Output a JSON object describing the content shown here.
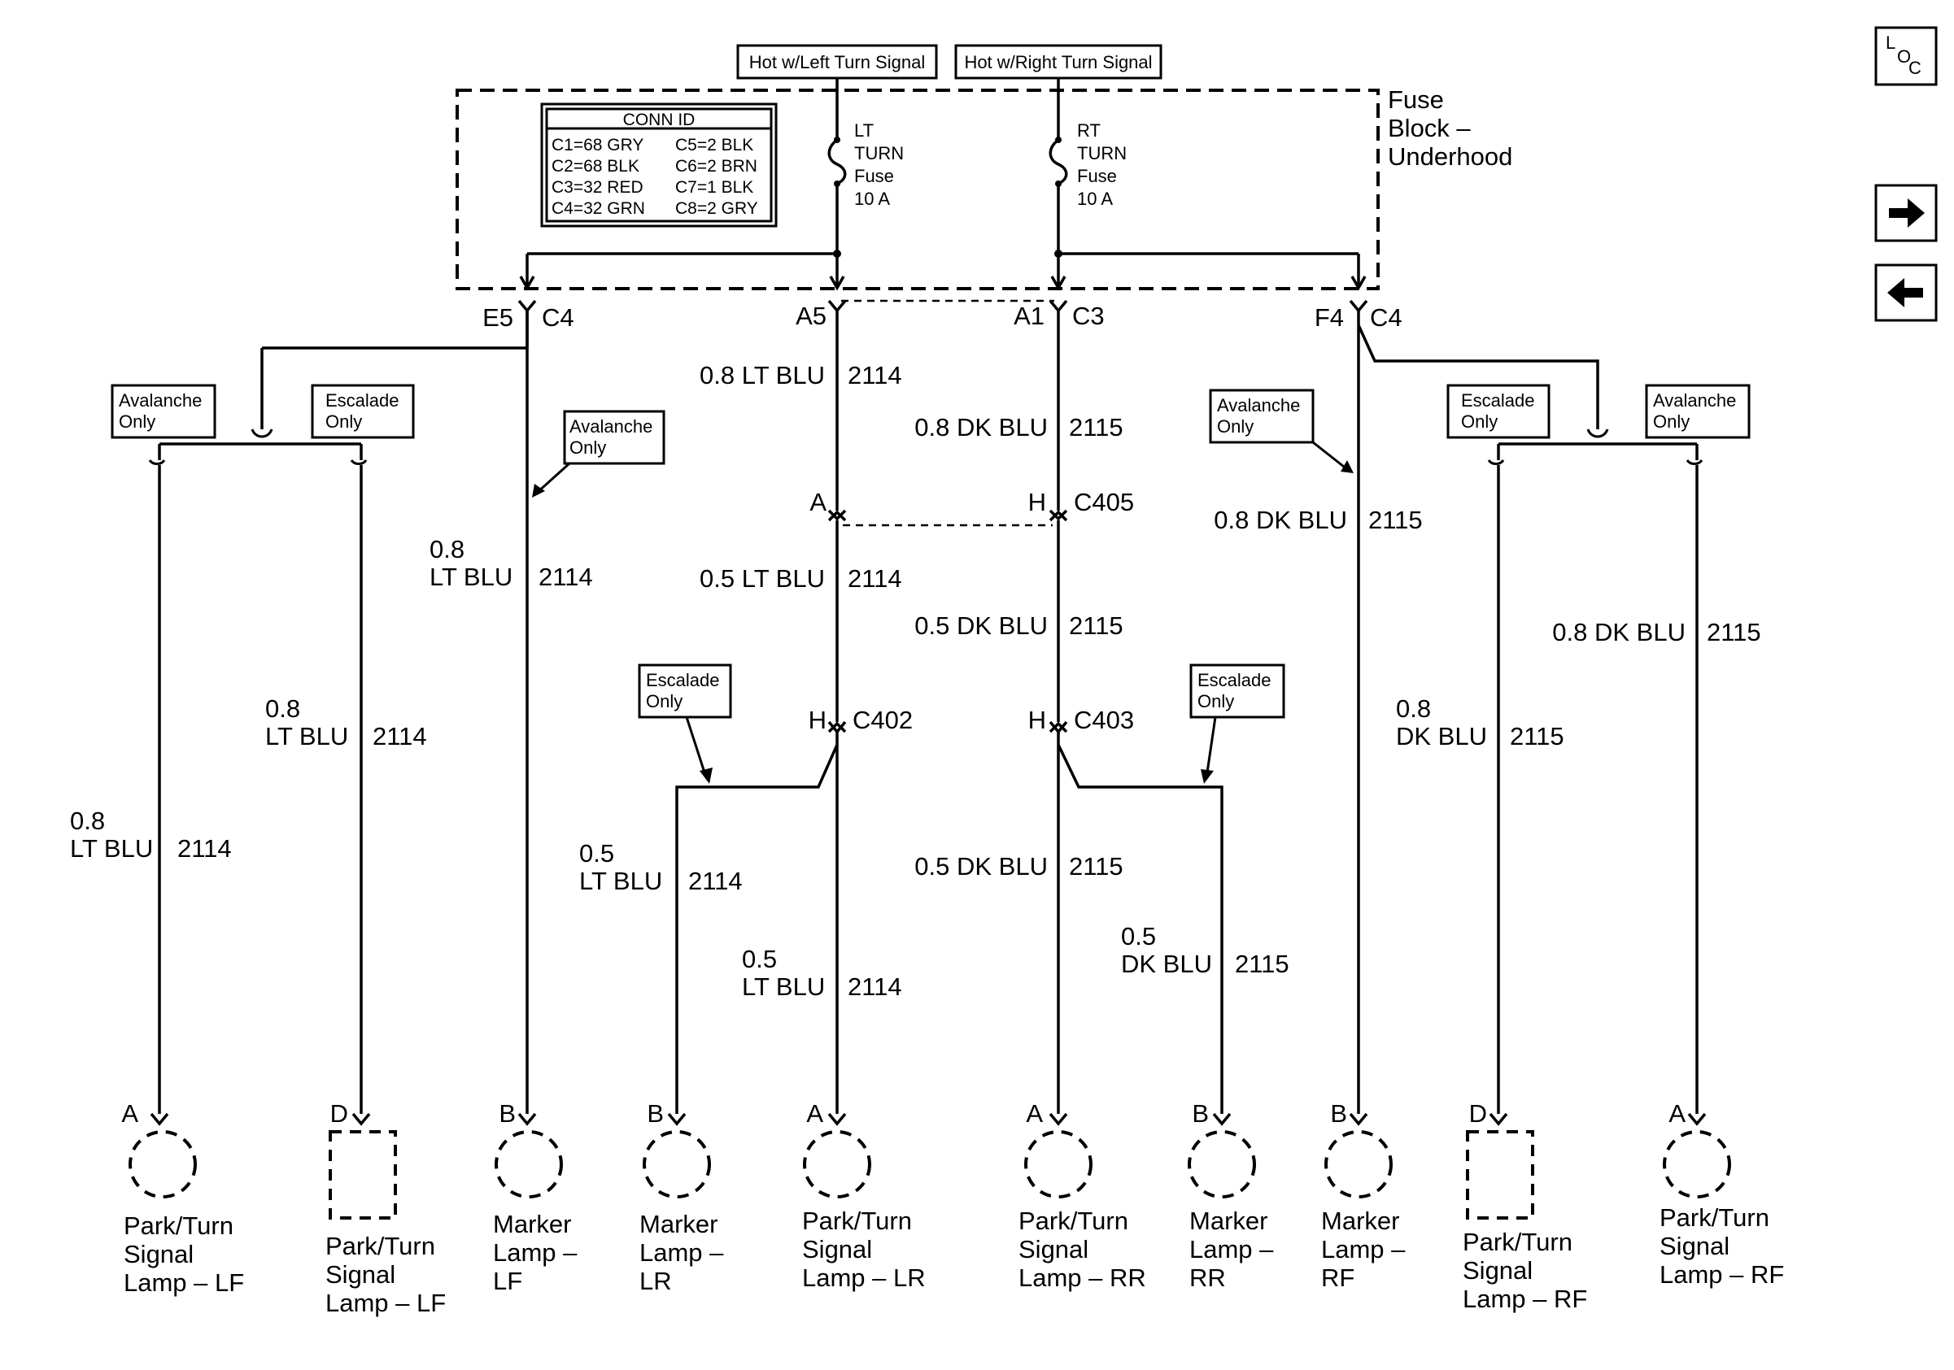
{
  "nav": {
    "loc": [
      "L",
      "O",
      "C"
    ],
    "next_icon": "arrow-right-icon",
    "prev_icon": "arrow-left-icon"
  },
  "sources": {
    "left": "Hot w/Left Turn Signal",
    "right": "Hot w/Right Turn Signal"
  },
  "fuse_block": {
    "name": [
      "Fuse",
      "Block –",
      "Underhood"
    ],
    "lt_fuse": [
      "LT",
      "TURN",
      "Fuse",
      "10 A"
    ],
    "rt_fuse": [
      "RT",
      "TURN",
      "Fuse",
      "10 A"
    ]
  },
  "conn_id": {
    "title": "CONN ID",
    "col1": [
      "C1=68 GRY",
      "C2=68 BLK",
      "C3=32 RED",
      "C4=32 GRN"
    ],
    "col2": [
      "C5=2 BLK",
      "C6=2 BRN",
      "C7=1 BLK",
      "C8=2 GRY"
    ]
  },
  "connectors": {
    "e5": "E5",
    "c4_left": "C4",
    "a5": "A5",
    "a1": "A1",
    "c3": "C3",
    "f4": "F4",
    "c4_right": "C4",
    "a_c405": "A",
    "h_c405": "H",
    "c405": "C405",
    "h_c402": "H",
    "c402": "C402",
    "h_c403": "H",
    "c403": "C403"
  },
  "options": {
    "avalanche": [
      "Avalanche",
      "Only"
    ],
    "escalade": [
      "Escalade",
      "Only"
    ]
  },
  "wires": {
    "lt_blu_08_2114": [
      "0.8 LT BLU",
      "2114"
    ],
    "dk_blu_08_2115": [
      "0.8 DK BLU",
      "2115"
    ],
    "lt_blu_05_2114": [
      "0.5 LT BLU",
      "2114"
    ],
    "dk_blu_05_2115": [
      "0.5 DK BLU",
      "2115"
    ],
    "two_line_08_lt": [
      "0.8",
      "LT BLU",
      "2114"
    ],
    "two_line_05_lt": [
      "0.5",
      "LT BLU",
      "2114"
    ],
    "two_line_05_dk": [
      "0.5",
      "DK BLU",
      "2115"
    ],
    "two_line_08_dk": [
      "0.8",
      "DK BLU",
      "2115"
    ]
  },
  "lamps": {
    "lf_park_a": {
      "pin": "A",
      "name": [
        "Park/Turn",
        "Signal",
        "Lamp – LF"
      ]
    },
    "lf_park_d": {
      "pin": "D",
      "name": [
        "Park/Turn",
        "Signal",
        "Lamp – LF"
      ]
    },
    "lf_marker": {
      "pin": "B",
      "name": [
        "Marker",
        "Lamp –",
        "LF"
      ]
    },
    "lr_marker": {
      "pin": "B",
      "name": [
        "Marker",
        "Lamp –",
        "LR"
      ]
    },
    "lr_park": {
      "pin": "A",
      "name": [
        "Park/Turn",
        "Signal",
        "Lamp – LR"
      ]
    },
    "rr_park": {
      "pin": "A",
      "name": [
        "Park/Turn",
        "Signal",
        "Lamp – RR"
      ]
    },
    "rr_marker": {
      "pin": "B",
      "name": [
        "Marker",
        "Lamp –",
        "RR"
      ]
    },
    "rf_marker": {
      "pin": "B",
      "name": [
        "Marker",
        "Lamp –",
        "RF"
      ]
    },
    "rf_park_d": {
      "pin": "D",
      "name": [
        "Park/Turn",
        "Signal",
        "Lamp – RF"
      ]
    },
    "rf_park_a": {
      "pin": "A",
      "name": [
        "Park/Turn",
        "Signal",
        "Lamp – RF"
      ]
    }
  }
}
